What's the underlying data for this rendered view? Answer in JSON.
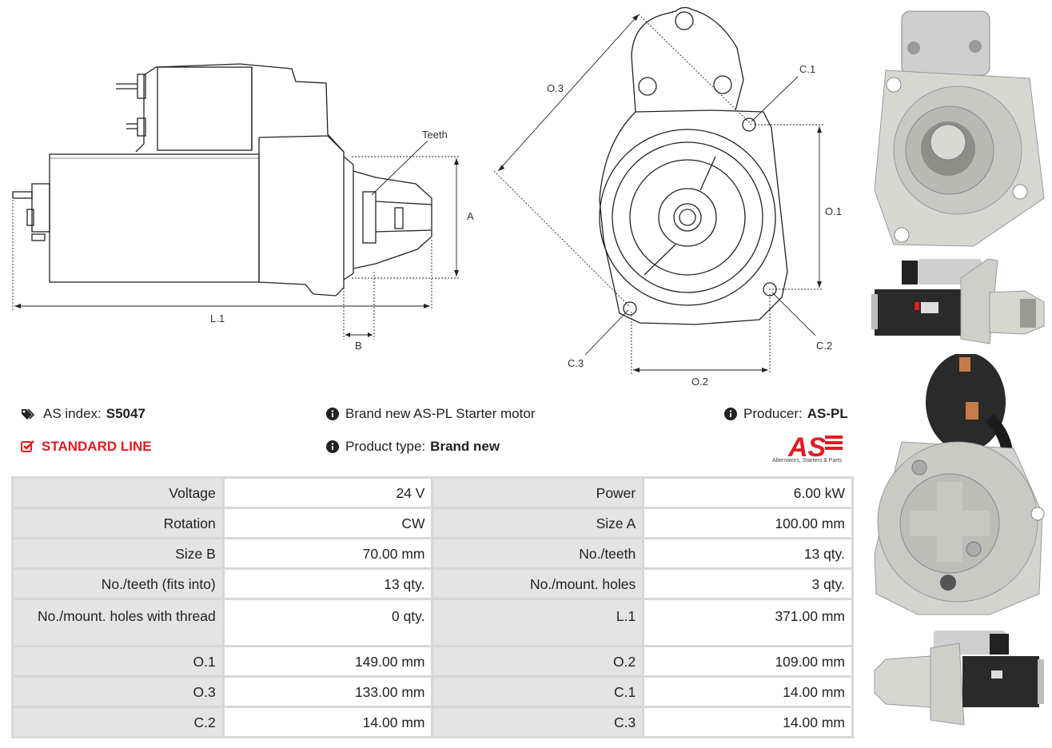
{
  "drawing": {
    "labels": {
      "teeth": "Teeth",
      "a": "A",
      "b": "B",
      "l1": "L.1",
      "o1": "O.1",
      "o2": "O.2",
      "o3": "O.3",
      "c1": "C.1",
      "c2": "C.2",
      "c3": "C.3"
    }
  },
  "info": {
    "as_index_label": "AS index:",
    "as_index_value": "S5047",
    "line": "STANDARD LINE",
    "description": "Brand new AS-PL Starter motor",
    "product_type_label": "Product type:",
    "product_type_value": "Brand new",
    "producer_label": "Producer:",
    "producer_value": "AS-PL"
  },
  "logo": {
    "text": "AS",
    "caption": "Alternators, Starters & Parts",
    "color": "#e21a22"
  },
  "icons": [
    "tags-icon",
    "check-square-icon",
    "info-circle-icon"
  ],
  "specs": [
    {
      "k1": "Voltage",
      "v1": "24 V",
      "k2": "Power",
      "v2": "6.00 kW"
    },
    {
      "k1": "Rotation",
      "v1": "CW",
      "k2": "Size A",
      "v2": "100.00 mm"
    },
    {
      "k1": "Size B",
      "v1": "70.00 mm",
      "k2": "No./teeth",
      "v2": "13 qty."
    },
    {
      "k1": "No./teeth (fits into)",
      "v1": "13 qty.",
      "k2": "No./mount. holes",
      "v2": "3 qty."
    },
    {
      "k1": "No./mount. holes with thread",
      "v1": "0 qty.",
      "k2": "L.1",
      "v2": "371.00 mm"
    },
    {
      "k1": "O.1",
      "v1": "149.00 mm",
      "k2": "O.2",
      "v2": "109.00 mm"
    },
    {
      "k1": "O.3",
      "v1": "133.00 mm",
      "k2": "C.1",
      "v2": "14.00 mm"
    },
    {
      "k1": "C.2",
      "v1": "14.00 mm",
      "k2": "C.3",
      "v2": "14.00 mm"
    }
  ]
}
